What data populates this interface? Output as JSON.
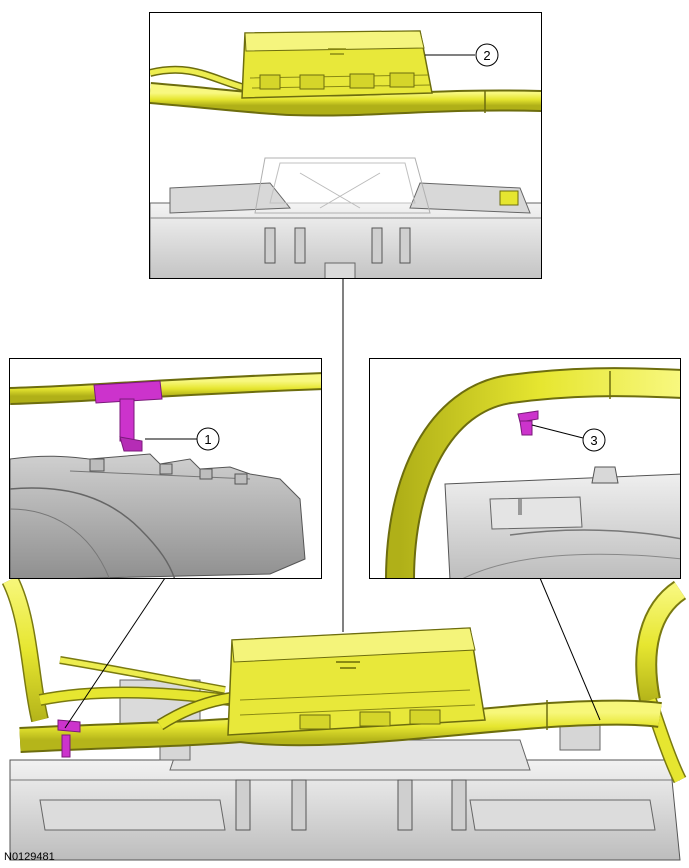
{
  "figure": {
    "id": "N0129481"
  },
  "callouts": [
    {
      "number": "1"
    },
    {
      "number": "2"
    },
    {
      "number": "3"
    }
  ],
  "colors": {
    "harness": "#ecec3a",
    "harness_dark": "#b9b91c",
    "clip": "#cc33cc",
    "clip_dark": "#8f1f8f",
    "panel": "#e6e6e6",
    "panel_dark": "#9a9a9a",
    "line": "#000000"
  }
}
